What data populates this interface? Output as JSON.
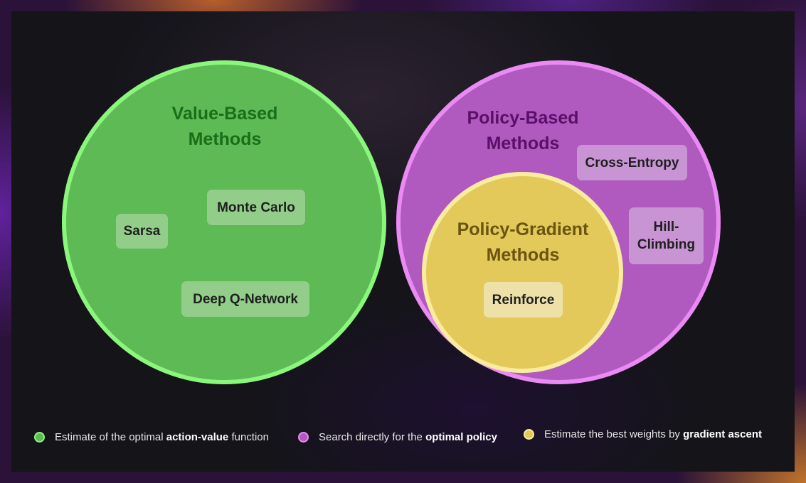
{
  "circles": {
    "value_based": {
      "title_line1": "Value-Based",
      "title_line2": "Methods",
      "color": "#5dba54",
      "border": "#8af77c",
      "items": [
        "Sarsa",
        "Monte Carlo",
        "Deep Q-Network"
      ]
    },
    "policy_based": {
      "title_line1": "Policy-Based",
      "title_line2": "Methods",
      "color": "#b05ac0",
      "border": "#ea8bf3",
      "items": [
        "Cross-Entropy",
        "Hill-",
        "Climbing"
      ]
    },
    "policy_gradient": {
      "title_line1": "Policy-Gradient",
      "title_line2": "Methods",
      "color": "#e3c95a",
      "border": "#f8ec9e",
      "items": [
        "Reinforce"
      ]
    }
  },
  "legend": [
    {
      "pre": "Estimate of the optimal ",
      "bold": "action-value",
      "post": " function"
    },
    {
      "pre": "Search directly for the ",
      "bold": "optimal policy",
      "post": ""
    },
    {
      "pre": "Estimate the best weights by ",
      "bold": "gradient ascent",
      "post": ""
    }
  ]
}
